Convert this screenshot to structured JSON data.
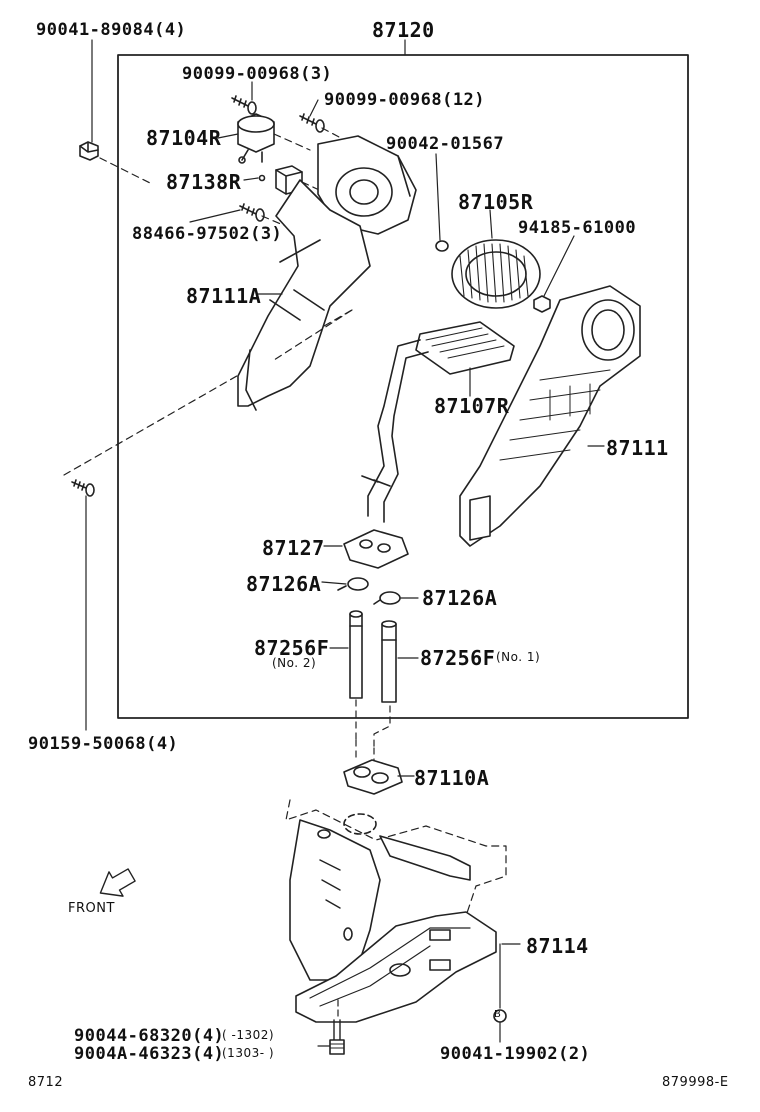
{
  "labels": {
    "p90041_89084": "90041-89084(4)",
    "p87120": "87120",
    "p90099_00968_3": "90099-00968(3)",
    "p90099_00968_12": "90099-00968(12)",
    "p87104R": "87104R",
    "p90042_01567": "90042-01567",
    "p87138R": "87138R",
    "p87105R": "87105R",
    "p88466_97502": "88466-97502(3)",
    "p94185_61000": "94185-61000",
    "p87111A": "87111A",
    "p87107R": "87107R",
    "p87111": "87111",
    "p87127": "87127",
    "p87126A_left": "87126A",
    "p87126A_right": "87126A",
    "p87256F_left": "87256F",
    "p87256F_left_note": "(No. 2)",
    "p87256F_right": "87256F",
    "p87256F_right_note": "(No. 1)",
    "p90159_50068": "90159-50068(4)",
    "p87110A": "87110A",
    "front": "FRONT",
    "p87114": "87114",
    "p90044_68320": "90044-68320(4)",
    "p90044_68320_range": "(   -1302)",
    "p9004A_46323": "9004A-46323(4)",
    "p9004A_46323_range": "(1303-     )",
    "p90041_19902": "90041-19902(2)",
    "page_code": "8712",
    "figure_code": "879998-E",
    "circle_b": "B"
  }
}
